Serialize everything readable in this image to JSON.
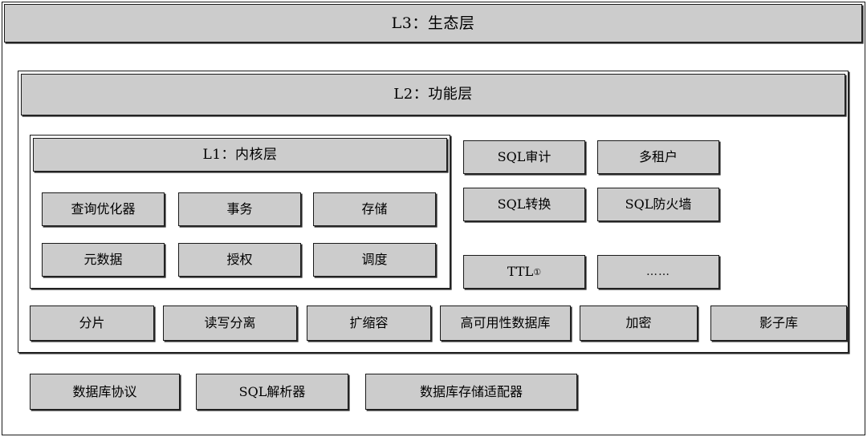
{
  "diagram": {
    "title": "L3：生态层",
    "layers": {
      "l3": {
        "label": "L3：生态层"
      },
      "l2": {
        "label": "L2：功能层"
      },
      "l1": {
        "label": "L1：内核层"
      }
    },
    "kernel_modules": [
      {
        "label": "查询优化器"
      },
      {
        "label": "事务"
      },
      {
        "label": "存储"
      },
      {
        "label": "元数据"
      },
      {
        "label": "授权"
      },
      {
        "label": "调度"
      }
    ],
    "function_modules": [
      {
        "label": "SQL审计"
      },
      {
        "label": "多租户"
      },
      {
        "label": "SQL转换"
      },
      {
        "label": "SQL防火墙"
      },
      {
        "label": "TTL",
        "superscript": "①"
      },
      {
        "label": "……"
      }
    ],
    "feature_modules": [
      {
        "label": "分片"
      },
      {
        "label": "读写分离"
      },
      {
        "label": "扩缩容"
      },
      {
        "label": "高可用性数据库"
      },
      {
        "label": "加密"
      },
      {
        "label": "影子库"
      }
    ],
    "adapter_modules": [
      {
        "label": "数据库协议"
      },
      {
        "label": "SQL解析器"
      },
      {
        "label": "数据库存储适配器"
      }
    ],
    "colors": {
      "box_fill": "#cccccc",
      "box_border": "#1a1a1a",
      "box_shadow": "#2b2b2b",
      "container_fill": "#ffffff",
      "text": "#000000",
      "page_background": "#ffffff"
    }
  }
}
